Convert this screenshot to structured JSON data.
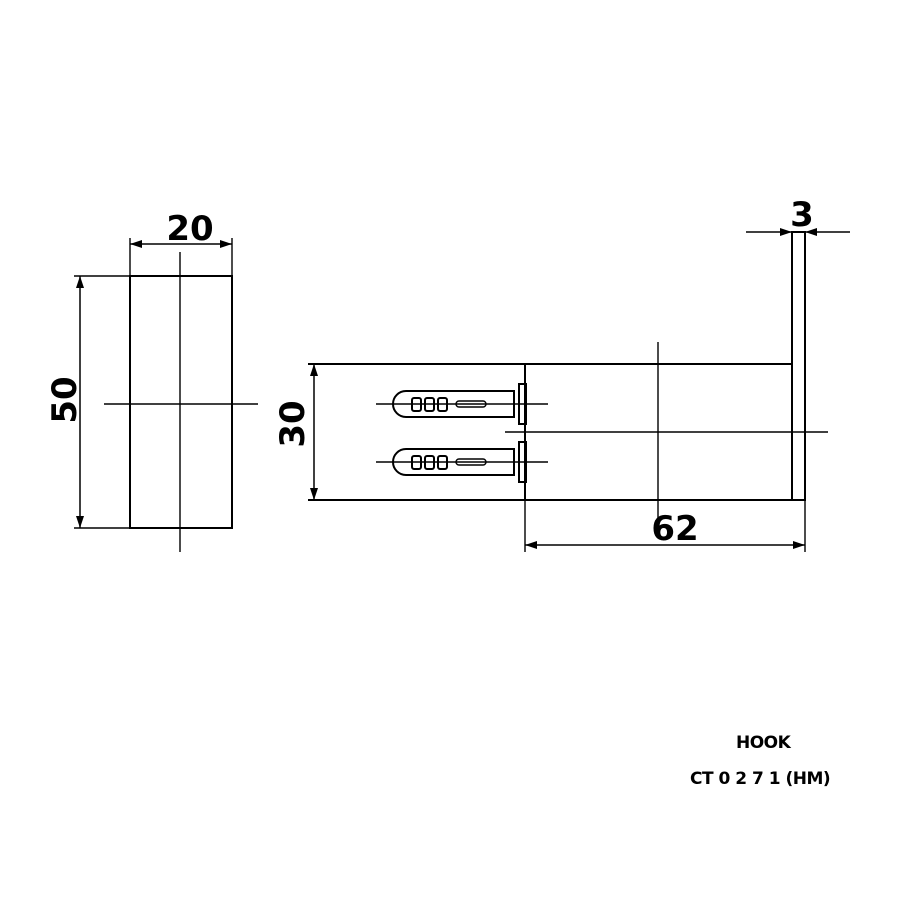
{
  "dimensions": {
    "front_width": "20",
    "front_height": "50",
    "side_height": "30",
    "side_length": "62",
    "plate_thickness": "3"
  },
  "title_block": {
    "name": "HOOK",
    "code": "CT 0 2 7 1 (HM)"
  }
}
